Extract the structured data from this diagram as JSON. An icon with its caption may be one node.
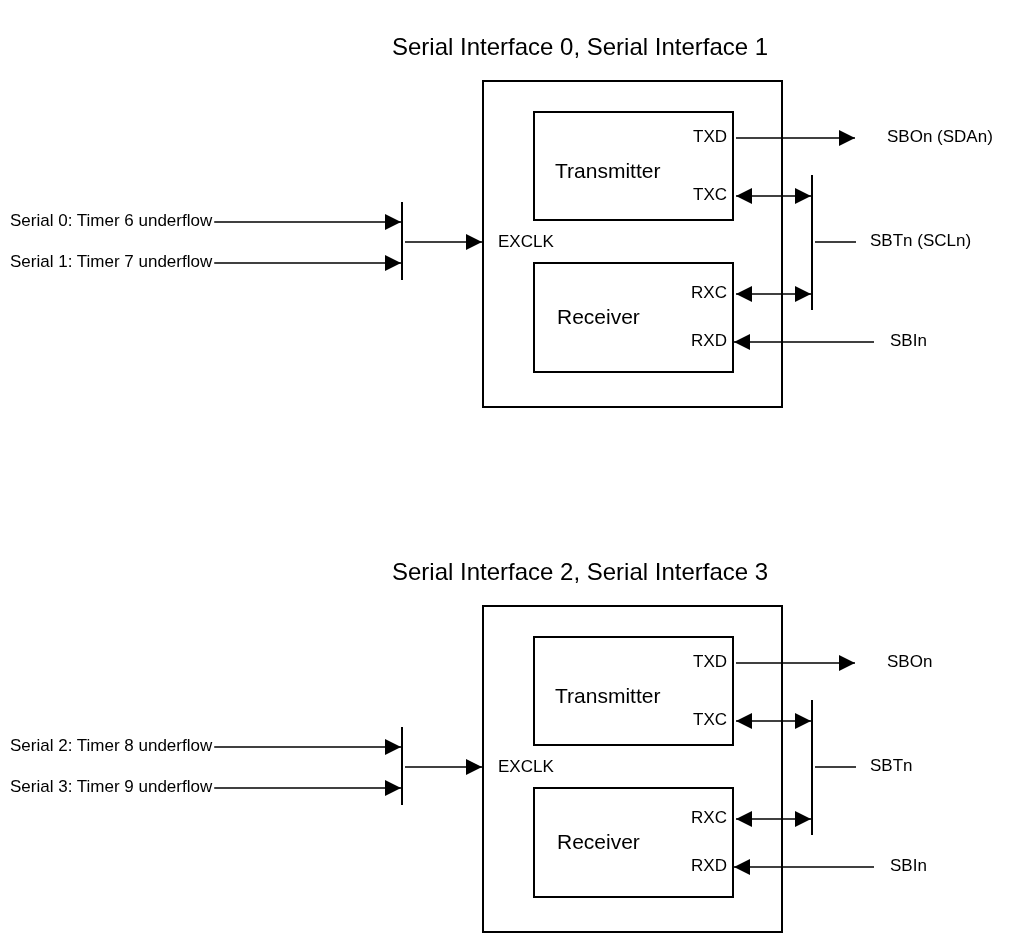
{
  "diagram": {
    "nodes": [
      {
        "text": [
          "Serial Interface 0, Serial Interface 1",
          "EXCLK"
        ]
      },
      {
        "text": [
          "Transmitter",
          "TXD",
          "TXC"
        ],
        "in": 0
      },
      {
        "text": [
          "Receiver",
          "RXC",
          "RXD"
        ],
        "in": 0
      },
      {
        "text": [
          "Serial 0: Timer 6 underflow"
        ]
      },
      {
        "text": [
          "Serial 1: Timer 7 underflow"
        ]
      },
      {
        "text": [],
        "shape": "bar"
      },
      {
        "text": [
          "SBOn (SDAn)"
        ]
      },
      {
        "text": [],
        "shape": "bar"
      },
      {
        "text": [
          "SBTn (SCLn)"
        ]
      },
      {
        "text": [
          "SBIn"
        ]
      },
      {
        "text": [
          "Serial Interface 2, Serial Interface 3",
          "EXCLK"
        ]
      },
      {
        "text": [
          "Transmitter",
          "TXD",
          "TXC"
        ],
        "in": 10
      },
      {
        "text": [
          "Receiver",
          "RXC",
          "RXD"
        ],
        "in": 10
      },
      {
        "text": [
          "Serial 2: Timer 8 underflow"
        ]
      },
      {
        "text": [
          "Serial 3: Timer 9 underflow"
        ]
      },
      {
        "text": [],
        "shape": "bar"
      },
      {
        "text": [
          "SBOn"
        ]
      },
      {
        "text": [],
        "shape": "bar"
      },
      {
        "text": [
          "SBTn"
        ]
      },
      {
        "text": [
          "SBIn"
        ]
      }
    ],
    "edges": [
      {
        "from": 3,
        "to": 5,
        "arrow": "to"
      },
      {
        "from": 4,
        "to": 5,
        "arrow": "to"
      },
      {
        "from": 5,
        "to": 0,
        "arrow": "to"
      },
      {
        "from": 1,
        "to": 6,
        "arrow": "to"
      },
      {
        "from": 1,
        "to": 7,
        "arrow": "both"
      },
      {
        "from": 2,
        "to": 7,
        "arrow": "both"
      },
      {
        "from": 7,
        "to": 8,
        "arrow": "none"
      },
      {
        "from": 9,
        "to": 2,
        "arrow": "to"
      },
      {
        "from": 13,
        "to": 15,
        "arrow": "to"
      },
      {
        "from": 14,
        "to": 15,
        "arrow": "to"
      },
      {
        "from": 15,
        "to": 10,
        "arrow": "to"
      },
      {
        "from": 11,
        "to": 16,
        "arrow": "to"
      },
      {
        "from": 11,
        "to": 17,
        "arrow": "both"
      },
      {
        "from": 12,
        "to": 17,
        "arrow": "both"
      },
      {
        "from": 17,
        "to": 18,
        "arrow": "none"
      },
      {
        "from": 19,
        "to": 12,
        "arrow": "to"
      }
    ]
  }
}
